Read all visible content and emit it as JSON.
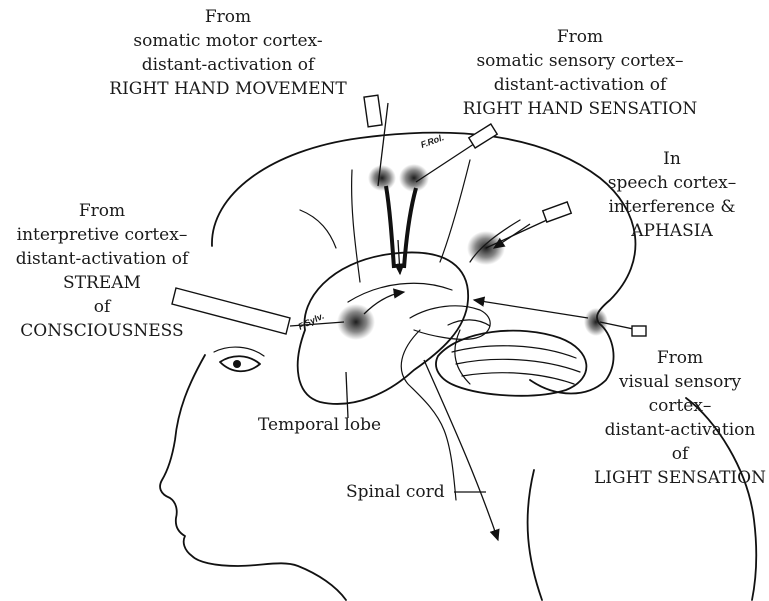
{
  "labels": {
    "motor": [
      "From",
      "somatic motor cortex-",
      "distant-activation of",
      "RIGHT HAND MOVEMENT"
    ],
    "sensory": [
      "From",
      "somatic sensory cortex–",
      "distant-activation of",
      "RIGHT HAND SENSATION"
    ],
    "speech": [
      "In",
      "speech cortex–",
      "interference &",
      "APHASIA"
    ],
    "interpretive": [
      "From",
      "interpretive cortex–",
      "distant-activation of",
      "STREAM",
      "of",
      "CONSCIOUSNESS"
    ],
    "visual": [
      "From",
      "visual sensory",
      "cortex–",
      "distant-activation",
      "of",
      "LIGHT SENSATION"
    ],
    "temporal": "Temporal lobe",
    "spinal": "Spinal cord",
    "f_rol": "F.Rol.",
    "f_sylv": "F.Sylv."
  }
}
